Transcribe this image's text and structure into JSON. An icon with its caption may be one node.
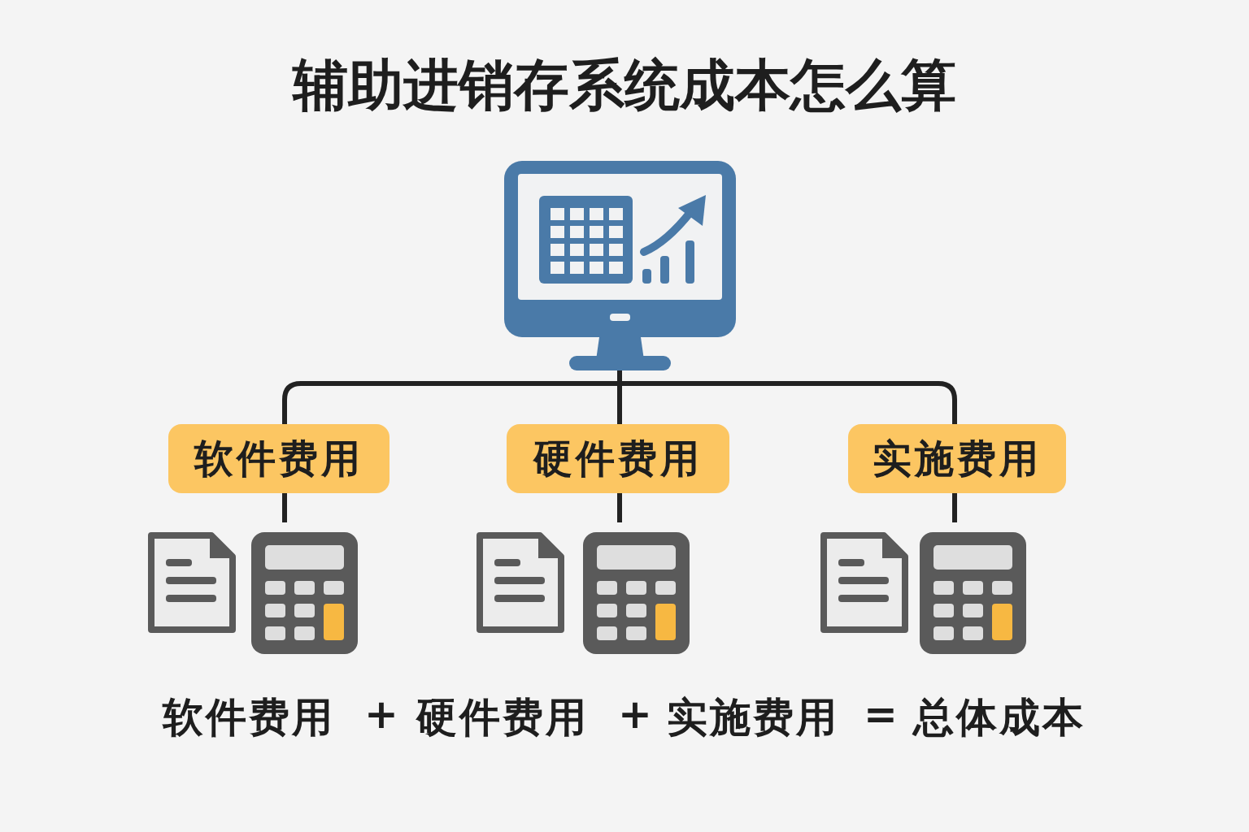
{
  "diagram": {
    "title": "辅助进销存系统成本怎么算",
    "nodes": [
      {
        "text": [],
        "shape": "monitor"
      },
      {
        "text": [
          "软件费用"
        ]
      },
      {
        "text": [
          "硬件费用"
        ]
      },
      {
        "text": [
          "实施费用"
        ]
      },
      {
        "text": [],
        "shape": "picture"
      },
      {
        "text": [],
        "shape": "picture"
      },
      {
        "text": [],
        "shape": "picture"
      }
    ],
    "edges": [
      {
        "from": 0,
        "to": 1,
        "arrow": "none"
      },
      {
        "from": 0,
        "to": 2,
        "arrow": "none"
      },
      {
        "from": 0,
        "to": 3,
        "arrow": "none"
      },
      {
        "from": 1,
        "to": 4,
        "arrow": "none"
      },
      {
        "from": 2,
        "to": 5,
        "arrow": "none"
      },
      {
        "from": 3,
        "to": 6,
        "arrow": "none"
      }
    ],
    "labels": [
      "软件费用",
      "+",
      "硬件费用",
      "+",
      "实施费用",
      "=",
      "总体成本"
    ]
  }
}
